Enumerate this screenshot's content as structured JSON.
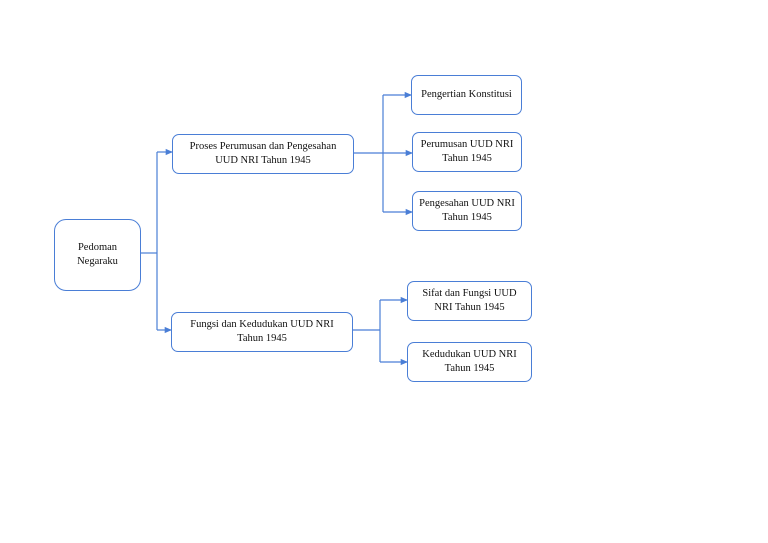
{
  "diagram": {
    "root": {
      "label": "Pedoman Negaraku"
    },
    "branches": [
      {
        "label": "Proses Perumusan dan Pengesahan UUD NRI Tahun 1945",
        "children": [
          {
            "label": "Pengertian Konstitusi"
          },
          {
            "label": "Perumusan UUD NRI Tahun 1945"
          },
          {
            "label": "Pengesahan UUD NRI Tahun 1945"
          }
        ]
      },
      {
        "label": "Fungsi dan Kedudukan UUD NRI Tahun 1945",
        "children": [
          {
            "label": "Sifat dan Fungsi UUD NRI Tahun 1945"
          },
          {
            "label": "Kedudukan UUD NRI Tahun 1945"
          }
        ]
      }
    ]
  },
  "colors": {
    "line": "#4a7ed6",
    "border": "#4a7ed6",
    "text": "#111111"
  }
}
